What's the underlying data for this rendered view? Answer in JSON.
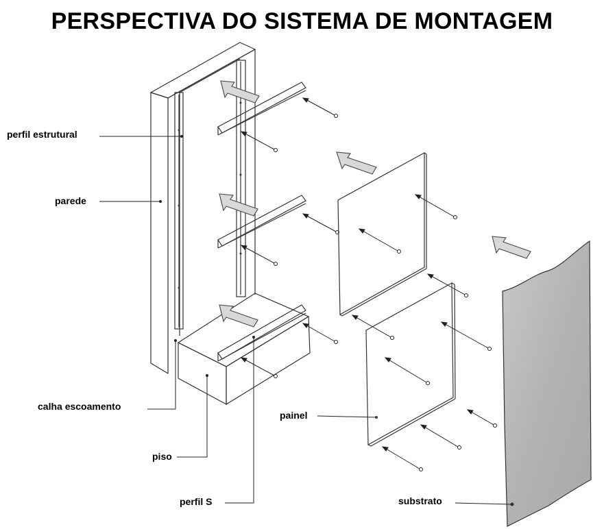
{
  "title": "PERSPECTIVA DO SISTEMA DE MONTAGEM",
  "labels": {
    "perfil_estrutural": "perfil estrutural",
    "parede": "parede",
    "calha_escoamento": "calha escoamento",
    "piso": "piso",
    "perfil_s": "perfil S",
    "painel": "painel",
    "substrato": "substrato"
  },
  "colors": {
    "ink": "#333333",
    "substrate": "#b9b9b9",
    "arrow_fill": "#d8d8d8"
  }
}
